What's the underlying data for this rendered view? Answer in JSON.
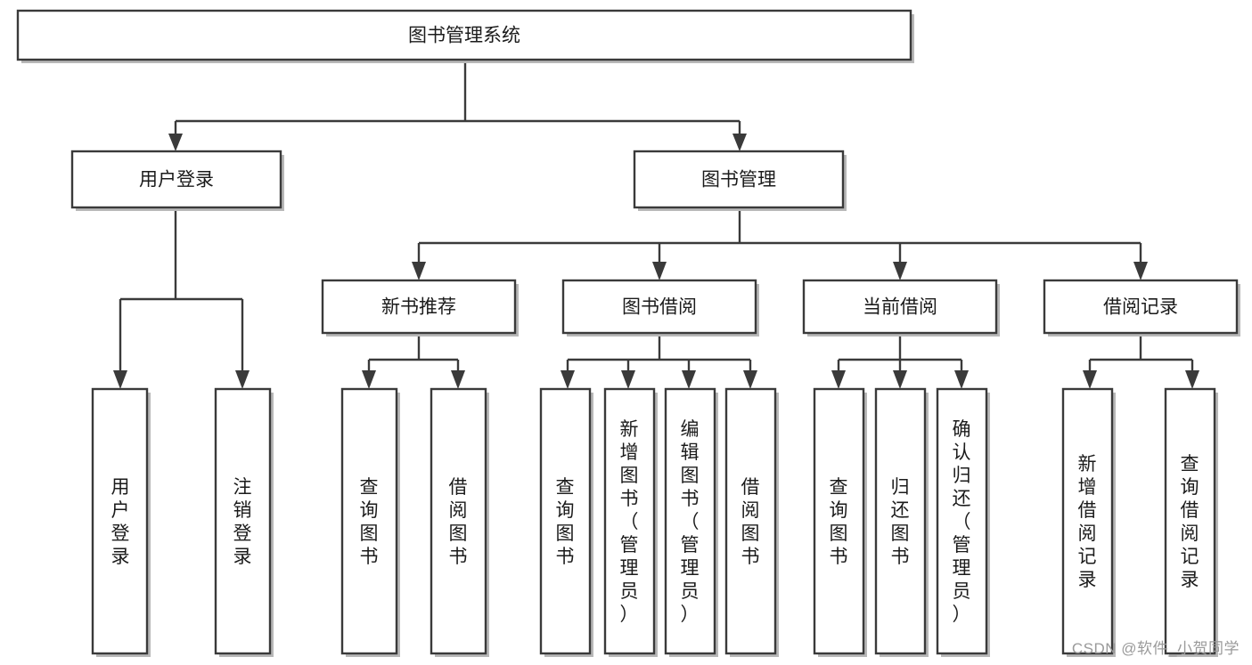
{
  "diagram": {
    "title_text": "图书管理系统",
    "watermark": "CSDN @软件_小贺同学",
    "colors": {
      "box_stroke": "#3a3a3a",
      "box_fill": "#ffffff",
      "text": "#1b1b1b",
      "shadow": "#b8b8b8",
      "watermark": "#9a9a9a",
      "background": "#ffffff"
    },
    "root": {
      "id": "root",
      "label": "图书管理系统"
    },
    "level1": [
      {
        "id": "user-login",
        "label": "用户登录"
      },
      {
        "id": "book-management",
        "label": "图书管理"
      }
    ],
    "level2": [
      {
        "id": "new-book-recommend",
        "label": "新书推荐",
        "parent": "book-management"
      },
      {
        "id": "book-borrow",
        "label": "图书借阅",
        "parent": "book-management"
      },
      {
        "id": "current-borrow",
        "label": "当前借阅",
        "parent": "book-management"
      },
      {
        "id": "borrow-record",
        "label": "借阅记录",
        "parent": "book-management"
      }
    ],
    "leaves": {
      "user-login": [
        {
          "id": "leaf-user-login",
          "label": "用户登录"
        },
        {
          "id": "leaf-user-logout",
          "label": "注销登录"
        }
      ],
      "new-book-recommend": [
        {
          "id": "leaf-query-book-1",
          "label": "查询图书"
        },
        {
          "id": "leaf-borrow-book-1",
          "label": "借阅图书"
        }
      ],
      "book-borrow": [
        {
          "id": "leaf-query-book-2",
          "label": "查询图书"
        },
        {
          "id": "leaf-add-book",
          "label": "新增图书（管理员）"
        },
        {
          "id": "leaf-edit-book",
          "label": "编辑图书（管理员）"
        },
        {
          "id": "leaf-borrow-book-2",
          "label": "借阅图书"
        }
      ],
      "current-borrow": [
        {
          "id": "leaf-query-book-3",
          "label": "查询图书"
        },
        {
          "id": "leaf-return-book",
          "label": "归还图书"
        },
        {
          "id": "leaf-confirm-return",
          "label": "确认归还（管理员）"
        }
      ],
      "borrow-record": [
        {
          "id": "leaf-add-record",
          "label": "新增借阅记录"
        },
        {
          "id": "leaf-query-record",
          "label": "查询借阅记录"
        }
      ]
    }
  }
}
